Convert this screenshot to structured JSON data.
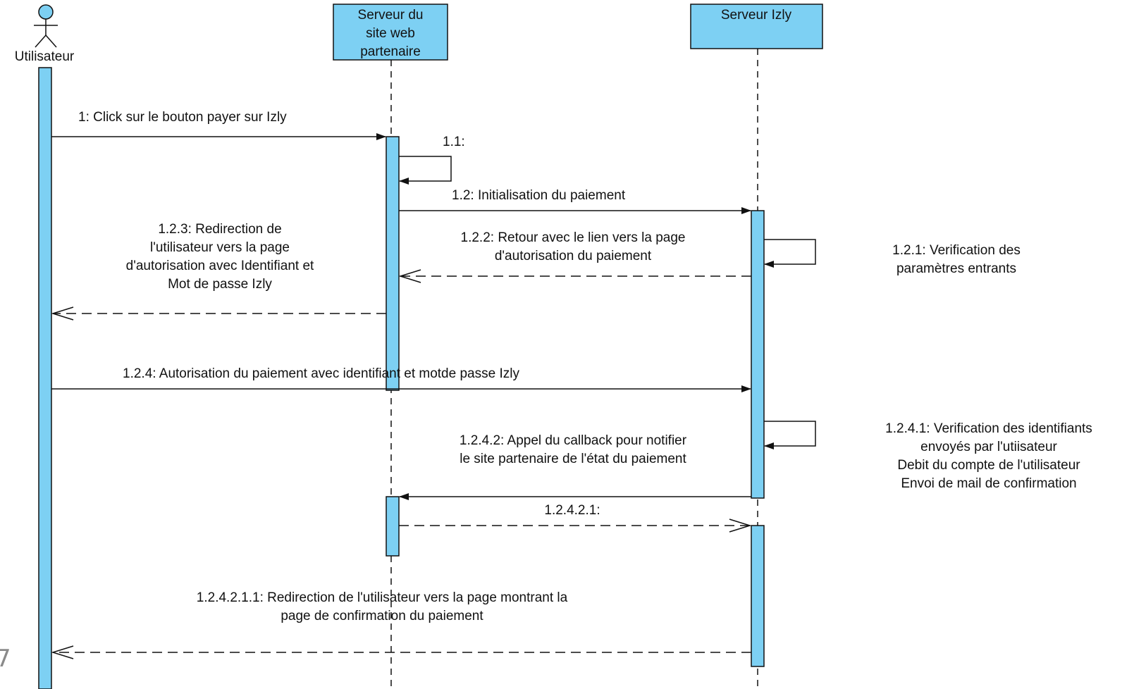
{
  "participants": {
    "user": {
      "label": "Utilisateur"
    },
    "partner": {
      "lines": [
        "Serveur du",
        "site web",
        "partenaire"
      ]
    },
    "izly": {
      "label": "Serveur Izly"
    }
  },
  "messages": [
    {
      "id": "m1",
      "lines": [
        "1: Click sur le bouton payer sur Izly"
      ]
    },
    {
      "id": "m1_1",
      "lines": [
        "1.1:"
      ]
    },
    {
      "id": "m1_2",
      "lines": [
        "1.2: Initialisation du paiement"
      ]
    },
    {
      "id": "m1_2_1",
      "lines": [
        "1.2.1: Verification des",
        "paramètres entrants"
      ]
    },
    {
      "id": "m1_2_2",
      "lines": [
        "1.2.2: Retour avec le lien vers la page",
        "d'autorisation du paiement"
      ]
    },
    {
      "id": "m1_2_3",
      "lines": [
        "1.2.3: Redirection de",
        "l'utilisateur vers la page",
        "d'autorisation avec Identifiant et",
        "Mot de passe Izly"
      ]
    },
    {
      "id": "m1_2_4",
      "lines": [
        "1.2.4: Autorisation du paiement avec identifiant et motde passe Izly"
      ]
    },
    {
      "id": "m1_2_4_1",
      "lines": [
        "1.2.4.1: Verification des identifiants",
        "envoyés par l'utiisateur",
        "Debit du compte de l'utilisateur",
        "Envoi de mail de confirmation"
      ]
    },
    {
      "id": "m1_2_4_2",
      "lines": [
        "1.2.4.2: Appel du callback pour notifier",
        "le site partenaire de l'état du paiement"
      ]
    },
    {
      "id": "m1_2_4_2_1",
      "lines": [
        "1.2.4.2.1:"
      ]
    },
    {
      "id": "m1_2_4_2_1_1",
      "lines": [
        "1.2.4.2.1.1: Redirection de l'utilisateur vers la page montrant la",
        "page de confirmation du paiement"
      ]
    }
  ],
  "page_number": "7",
  "colors": {
    "box_fill": "#7dd0f3",
    "line": "#111111",
    "background": "#ffffff"
  }
}
